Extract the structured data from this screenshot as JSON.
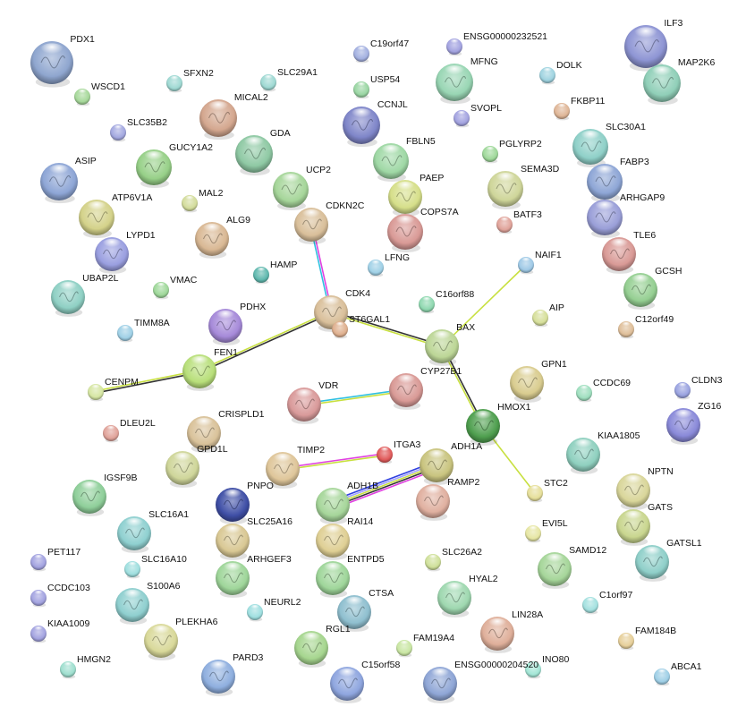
{
  "nodes": [
    {
      "name": "PDX1",
      "color": "#8fa6cf"
    },
    {
      "name": "WSCD1",
      "color": "#a6d89a"
    },
    {
      "name": "SFXN2",
      "color": "#9fd9d3"
    },
    {
      "name": "SLC29A1",
      "color": "#9fd9d3"
    },
    {
      "name": "C19orf47",
      "color": "#a3b0e0"
    },
    {
      "name": "ENSG00000232521",
      "color": "#a3a3e0"
    },
    {
      "name": "ILF3",
      "color": "#8e95d4"
    },
    {
      "name": "MAP2K6",
      "color": "#90cfb8"
    },
    {
      "name": "MFNG",
      "color": "#99d6b4"
    },
    {
      "name": "USP54",
      "color": "#9ad6a3"
    },
    {
      "name": "DOLK",
      "color": "#9fd3e0"
    },
    {
      "name": "MICAL2",
      "color": "#d4a78f"
    },
    {
      "name": "SLC35B2",
      "color": "#a3a8e0"
    },
    {
      "name": "CCNJL",
      "color": "#7f86c9"
    },
    {
      "name": "SVOPL",
      "color": "#a3a3e0"
    },
    {
      "name": "FKBP11",
      "color": "#dfb697"
    },
    {
      "name": "GDA",
      "color": "#8fc9a4"
    },
    {
      "name": "GUCY1A2",
      "color": "#97d088"
    },
    {
      "name": "FBLN5",
      "color": "#9fd8a5"
    },
    {
      "name": "PGLYRP2",
      "color": "#9fd89a"
    },
    {
      "name": "SLC30A1",
      "color": "#8fd0c8"
    },
    {
      "name": "ASIP",
      "color": "#8ea6d6"
    },
    {
      "name": "FABP3",
      "color": "#8ea6d6"
    },
    {
      "name": "SEMA3D",
      "color": "#cfd69a"
    },
    {
      "name": "UCP2",
      "color": "#a6d69a"
    },
    {
      "name": "PAEP",
      "color": "#d6df8a"
    },
    {
      "name": "MAL2",
      "color": "#d3dc9c"
    },
    {
      "name": "ATP6V1A",
      "color": "#d4d28a"
    },
    {
      "name": "ARHGAP9",
      "color": "#9a9fd8"
    },
    {
      "name": "BATF3",
      "color": "#e0a39a"
    },
    {
      "name": "CDKN2C",
      "color": "#d9bf9a"
    },
    {
      "name": "COPS7A",
      "color": "#d99a96"
    },
    {
      "name": "ALG9",
      "color": "#d9b894"
    },
    {
      "name": "LYPD1",
      "color": "#9a9fe0"
    },
    {
      "name": "TLE6",
      "color": "#d99a96"
    },
    {
      "name": "HAMP",
      "color": "#5fb8ae"
    },
    {
      "name": "NAIF1",
      "color": "#9fc9e6"
    },
    {
      "name": "LFNG",
      "color": "#9fd0e6"
    },
    {
      "name": "GCSH",
      "color": "#95cf92"
    },
    {
      "name": "UBAP2L",
      "color": "#8fd0c4"
    },
    {
      "name": "VMAC",
      "color": "#9fd89a"
    },
    {
      "name": "C16orf88",
      "color": "#8fd8b0"
    },
    {
      "name": "CDK4",
      "color": "#d9bf9a"
    },
    {
      "name": "PDHX",
      "color": "#a68ad9"
    },
    {
      "name": "AIP",
      "color": "#d6df9a"
    },
    {
      "name": "TIMM8A",
      "color": "#9fd0e6"
    },
    {
      "name": "ST6GAL1",
      "color": "#dfb08f"
    },
    {
      "name": "C12orf49",
      "color": "#dfbf9a"
    },
    {
      "name": "BAX",
      "color": "#bcd696"
    },
    {
      "name": "FEN1",
      "color": "#b8df7a"
    },
    {
      "name": "CENPM",
      "color": "#d6e6a3"
    },
    {
      "name": "CYP27B1",
      "color": "#d99a96"
    },
    {
      "name": "GPN1",
      "color": "#d9cc8f"
    },
    {
      "name": "CLDN3",
      "color": "#9aa3e0"
    },
    {
      "name": "VDR",
      "color": "#d99a9a"
    },
    {
      "name": "CCDC69",
      "color": "#9fdfbf"
    },
    {
      "name": "ZG16",
      "color": "#8a8ad9"
    },
    {
      "name": "HMOX1",
      "color": "#4f9f4f"
    },
    {
      "name": "DLEU2L",
      "color": "#e0a39a"
    },
    {
      "name": "CRISPLD1",
      "color": "#d9c29a"
    },
    {
      "name": "GPD1L",
      "color": "#cfd69a"
    },
    {
      "name": "KIAA1805",
      "color": "#8fd0bf"
    },
    {
      "name": "TIMP2",
      "color": "#dfc69a"
    },
    {
      "name": "ITGA3",
      "color": "#e05a5a"
    },
    {
      "name": "ADH1A",
      "color": "#c9c47f"
    },
    {
      "name": "IGSF9B",
      "color": "#8fcf9a"
    },
    {
      "name": "NPTN",
      "color": "#d9d69a"
    },
    {
      "name": "PNPO",
      "color": "#3f4fa6"
    },
    {
      "name": "ADH1B",
      "color": "#a6d69a"
    },
    {
      "name": "STC2",
      "color": "#e6df9a"
    },
    {
      "name": "RAMP2",
      "color": "#e0b0a0"
    },
    {
      "name": "SLC16A1",
      "color": "#8fd0d0"
    },
    {
      "name": "SLC25A16",
      "color": "#d9c894"
    },
    {
      "name": "RAI14",
      "color": "#dfcf94"
    },
    {
      "name": "GATS",
      "color": "#c9d68f"
    },
    {
      "name": "EVI5L",
      "color": "#e6e6a3"
    },
    {
      "name": "SLC26A2",
      "color": "#cfe09a"
    },
    {
      "name": "PET117",
      "color": "#a3a3e0"
    },
    {
      "name": "SLC16A10",
      "color": "#9fdfdf"
    },
    {
      "name": "ARHGEF3",
      "color": "#9fd69a"
    },
    {
      "name": "ENTPD5",
      "color": "#9fd69a"
    },
    {
      "name": "SAMD12",
      "color": "#a6d69a"
    },
    {
      "name": "GATSL1",
      "color": "#8fcfc9"
    },
    {
      "name": "HYAL2",
      "color": "#9fd8b0"
    },
    {
      "name": "CCDC103",
      "color": "#a3a3e0"
    },
    {
      "name": "S100A6",
      "color": "#8fcfcf"
    },
    {
      "name": "NEURL2",
      "color": "#9fdfe0"
    },
    {
      "name": "CTSA",
      "color": "#8fbfcf"
    },
    {
      "name": "C1orf97",
      "color": "#a3e0df"
    },
    {
      "name": "LIN28A",
      "color": "#dfaf9a"
    },
    {
      "name": "KIAA1009",
      "color": "#a3a3e0"
    },
    {
      "name": "PLEKHA6",
      "color": "#d9d99a"
    },
    {
      "name": "RGL1",
      "color": "#a6d68f"
    },
    {
      "name": "FAM19A4",
      "color": "#c9e6a3"
    },
    {
      "name": "FAM184B",
      "color": "#e6cf9a"
    },
    {
      "name": "INO80",
      "color": "#a3e6d6"
    },
    {
      "name": "HMGN2",
      "color": "#9fdfcf"
    },
    {
      "name": "PARD3",
      "color": "#8fafdf"
    },
    {
      "name": "C15orf58",
      "color": "#8fa6df"
    },
    {
      "name": "ENSG00000204520",
      "color": "#8fa6d6"
    },
    {
      "name": "ABCA1",
      "color": "#9fcfe6"
    }
  ],
  "edges": [
    {
      "from": "CDKN2C",
      "to": "CDK4",
      "evidence": [
        "#e040e0",
        "#30c0e0"
      ]
    },
    {
      "from": "CDK4",
      "to": "FEN1",
      "evidence": [
        "#333333",
        "#c8e040"
      ]
    },
    {
      "from": "FEN1",
      "to": "CENPM",
      "evidence": [
        "#333333",
        "#c8e040"
      ]
    },
    {
      "from": "CDK4",
      "to": "BAX",
      "evidence": [
        "#333333",
        "#c8e040"
      ]
    },
    {
      "from": "BAX",
      "to": "NAIF1",
      "evidence": [
        "#c8e040"
      ]
    },
    {
      "from": "BAX",
      "to": "HMOX1",
      "evidence": [
        "#333333",
        "#c8e040"
      ]
    },
    {
      "from": "HMOX1",
      "to": "STC2",
      "evidence": [
        "#c8e040"
      ]
    },
    {
      "from": "VDR",
      "to": "CYP27B1",
      "evidence": [
        "#30c0e0",
        "#c8e040"
      ]
    },
    {
      "from": "TIMP2",
      "to": "ITGA3",
      "evidence": [
        "#e040e0",
        "#c8e040"
      ]
    },
    {
      "from": "ADH1B",
      "to": "ADH1A",
      "evidence": [
        "#3040e0",
        "#a0a0ff",
        "#c8e040",
        "#333333",
        "#e040e0"
      ]
    }
  ]
}
